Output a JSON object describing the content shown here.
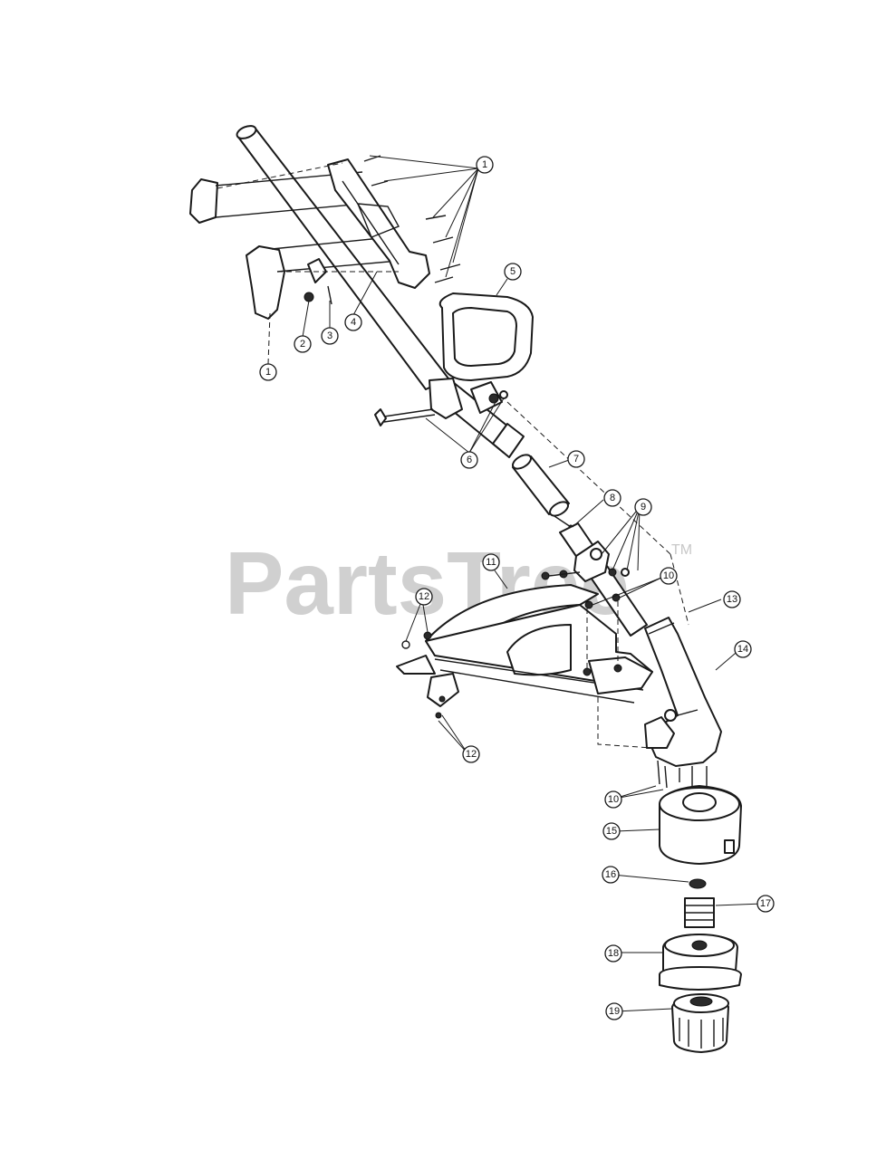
{
  "watermark": {
    "brand": "PartsTree",
    "trademark": "TM",
    "color": "#d0d0d0"
  },
  "callouts": [
    "1",
    "2",
    "3",
    "4",
    "5",
    "6",
    "7",
    "8",
    "9",
    "10",
    "11",
    "12",
    "13",
    "14",
    "15",
    "16",
    "17",
    "18",
    "19"
  ],
  "line_color": "#1a1a1a",
  "background": "#ffffff"
}
